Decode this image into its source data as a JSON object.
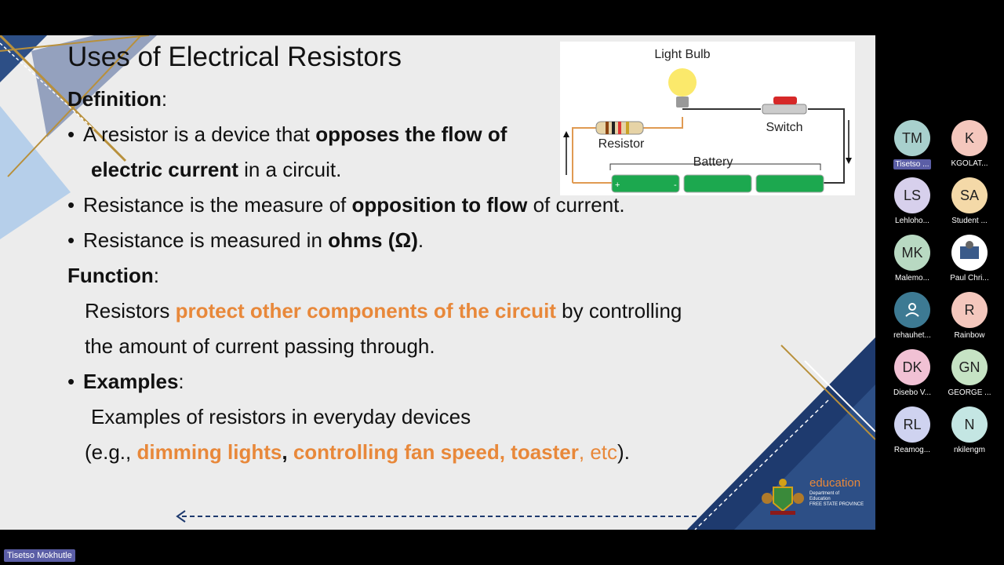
{
  "slide": {
    "title": "Uses of Electrical Resistors",
    "definition_heading": "Definition",
    "def1_a": "A resistor is a device that ",
    "def1_b": "opposes the flow of",
    "def1_c": "electric current",
    "def1_d": " in a circuit.",
    "def2_a": "Resistance is the measure of ",
    "def2_b": "opposition to flow",
    "def2_c": " of current.",
    "def3_a": "Resistance is measured in ",
    "def3_b": "ohms (Ω)",
    "def3_c": ".",
    "function_heading": "Function",
    "func_a": "Resistors ",
    "func_b": "protect other components of the circuit",
    "func_c": " by controlling",
    "func_d": "the amount of current passing through.",
    "examples_heading": "Examples",
    "ex1": "Examples of resistors in everyday devices",
    "ex2_a": "(e.g., ",
    "ex2_b": "dimming lights",
    "ex2_c": ", ",
    "ex2_d": "controlling fan speed, toaster",
    "ex2_e": ", etc",
    "ex2_f": ").",
    "colon": ":",
    "bullet": "•"
  },
  "circuit": {
    "light_bulb": "Light Bulb",
    "switch": "Switch",
    "resistor": "Resistor",
    "battery": "Battery",
    "plus": "+",
    "minus": "-"
  },
  "logo": {
    "word": "education",
    "line1": "Department of",
    "line2": "Education",
    "line3": "FREE STATE PROVINCE"
  },
  "participants": [
    {
      "initials": "TM",
      "name": "Tisetso ...",
      "color": "#a8d0cd",
      "selected": true
    },
    {
      "initials": "K",
      "name": "KGOLAT...",
      "color": "#f4c7bd"
    },
    {
      "initials": "LS",
      "name": "Lehloho...",
      "color": "#d7d0ec"
    },
    {
      "initials": "SA",
      "name": "Student ...",
      "color": "#f4d9a8"
    },
    {
      "initials": "MK",
      "name": "Malemo...",
      "color": "#b8d9c2"
    },
    {
      "initials": "",
      "name": "Paul Chri...",
      "color": "#ffffff",
      "icon": "profile-photo"
    },
    {
      "initials": "",
      "name": "rehauhet...",
      "color": "#3d7a93",
      "icon": "person-icon"
    },
    {
      "initials": "R",
      "name": "Rainbow",
      "color": "#f4c7bd"
    },
    {
      "initials": "DK",
      "name": "Disebo V...",
      "color": "#f1c1d4"
    },
    {
      "initials": "GN",
      "name": "GEORGE ...",
      "color": "#c6e3c4"
    },
    {
      "initials": "RL",
      "name": "Reamog...",
      "color": "#cfd3f0"
    },
    {
      "initials": "N",
      "name": "nkilengm",
      "color": "#c4e6e3"
    }
  ],
  "speaker_name": "Tisetso Mokhutle"
}
